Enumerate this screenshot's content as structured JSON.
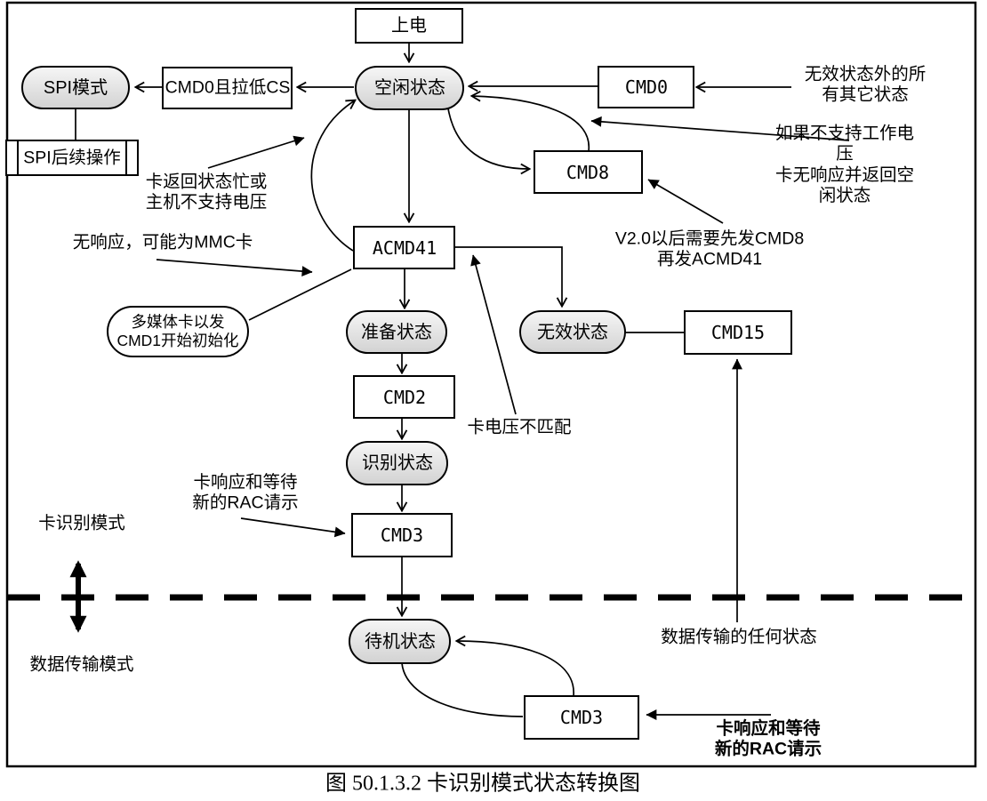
{
  "figure": {
    "caption": "图 50.1.3.2 卡识别模式状态转换图"
  },
  "colors": {
    "stroke": "#000000",
    "state_fill_top": "#f6f6f6",
    "state_fill_bottom": "#d2d2d2",
    "background": "#ffffff"
  },
  "diagram": {
    "nodes": {
      "power_on": {
        "label": "上电",
        "shape": "rect"
      },
      "idle": {
        "label": "空闲状态",
        "shape": "stadium"
      },
      "spi_mode": {
        "label": "SPI模式",
        "shape": "stadium"
      },
      "cmd0_pull_cs": {
        "label": "CMD0且拉低CS",
        "shape": "rect"
      },
      "spi_followup": {
        "label": "SPI后续操作",
        "shape": "predefined-process"
      },
      "cmd0": {
        "label": "CMD0",
        "shape": "rect"
      },
      "cmd8": {
        "label": "CMD8",
        "shape": "rect"
      },
      "acmd41": {
        "label": "ACMD41",
        "shape": "rect"
      },
      "ready": {
        "label": "准备状态",
        "shape": "stadium"
      },
      "invalid": {
        "label": "无效状态",
        "shape": "stadium"
      },
      "cmd15": {
        "label": "CMD15",
        "shape": "rect"
      },
      "cmd2": {
        "label": "CMD2",
        "shape": "rect"
      },
      "identification": {
        "label": "识别状态",
        "shape": "stadium"
      },
      "cmd3_upper": {
        "label": "CMD3",
        "shape": "rect"
      },
      "standby": {
        "label": "待机状态",
        "shape": "stadium"
      },
      "cmd3_lower": {
        "label": "CMD3",
        "shape": "rect"
      },
      "mmc_init": {
        "label": "多媒体卡以发\nCMD1开始初始化",
        "shape": "ellipse"
      }
    },
    "annotations": {
      "busy_or_unsupported": "卡返回状态忙或\n主机不支持电压",
      "no_response_mmc": "无响应，可能为MMC卡",
      "all_other_states": "无效状态外的所\n有其它状态",
      "voltage_not_supported": "如果不支持工作电压\n卡无响应并返回空闲状态",
      "v2_cmd8_first": "V2.0以后需要先发CMD8\n再发ACMD41",
      "voltage_mismatch": "卡电压不匹配",
      "rac_request_upper": "卡响应和等待\n新的RAC请示",
      "card_ident_mode": "卡识别模式",
      "data_transfer_mode": "数据传输模式",
      "any_data_state": "数据传输的任何状态",
      "rac_request_lower": "卡响应和等待\n新的RAC请示"
    }
  }
}
